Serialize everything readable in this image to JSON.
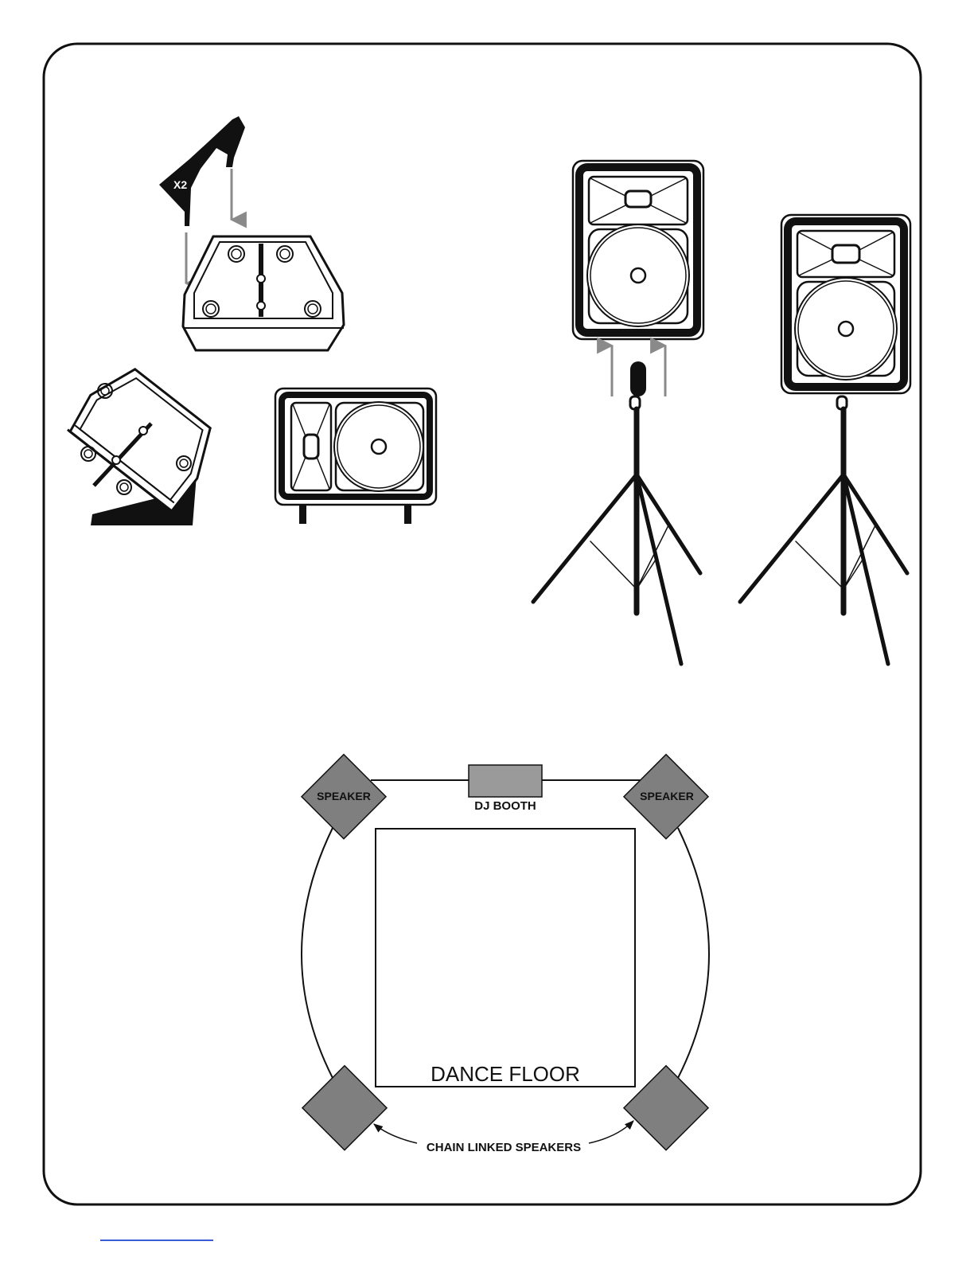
{
  "accessory": {
    "quantity_label": "X2"
  },
  "floor_plan": {
    "speaker_label": "SPEAKER",
    "booth_label": "DJ BOOTH",
    "floor_label": "DANCE FLOOR",
    "chain_label": "CHAIN LINKED SPEAKERS"
  },
  "colors": {
    "ink": "#111111",
    "arrow_gray": "#8a8a8a",
    "speaker_fill": "#7f7f7f",
    "booth_fill": "#9a9a9a",
    "link_blue": "#3b5bd6"
  }
}
